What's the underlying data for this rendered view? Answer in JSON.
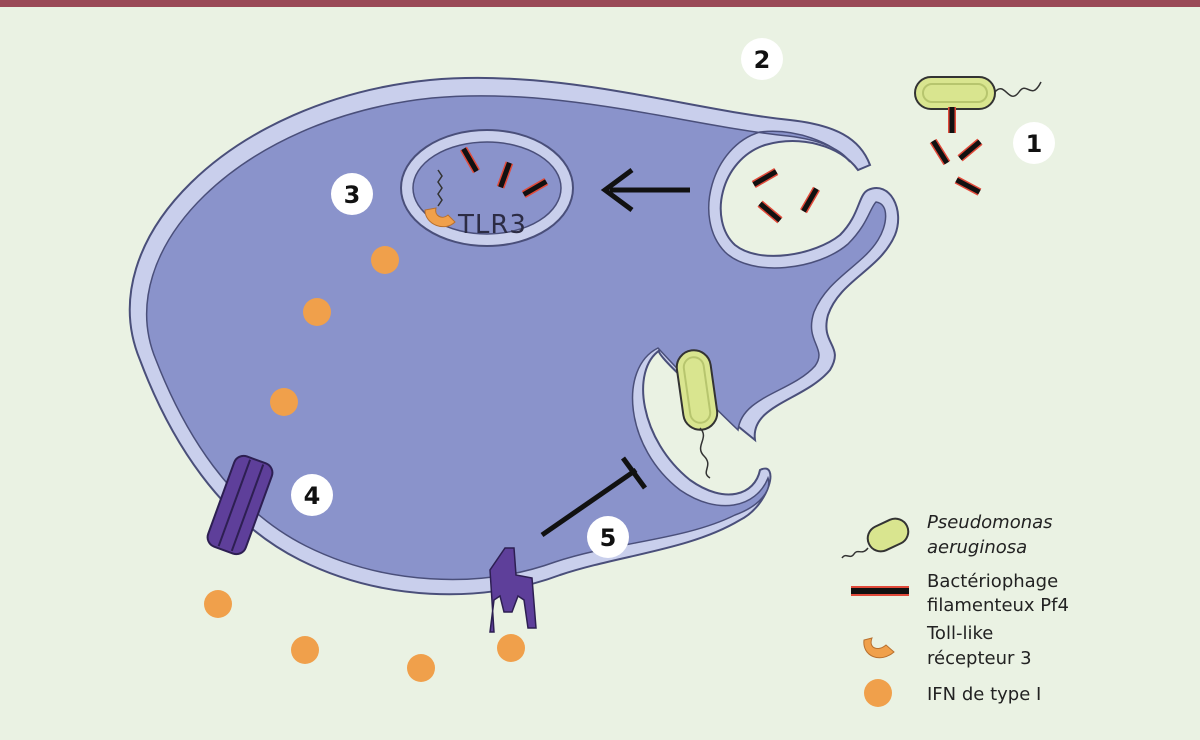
{
  "diagram": {
    "steps": [
      "1",
      "2",
      "3",
      "4",
      "5"
    ],
    "receptor_label": "TLR3"
  },
  "legend": {
    "bacterium": [
      "Pseudomonas",
      "aeruginosa"
    ],
    "phage": [
      "Bactériophage",
      "filamenteux Pf4"
    ],
    "receptor": [
      "Toll-like",
      "récepteur 3"
    ],
    "ifn": "IFN de type I"
  },
  "colors": {
    "background": "#eaf2e3",
    "top_bar": "#9a4a57",
    "cell_membrane": "#c9cfec",
    "cytoplasm": "#8a93cb",
    "bacterium": "#d9e58f",
    "phage_body": "#111111",
    "phage_coat": "#e14a3a",
    "ifn": "#f0a04b",
    "receptor_purple": "#5e3f9a"
  }
}
